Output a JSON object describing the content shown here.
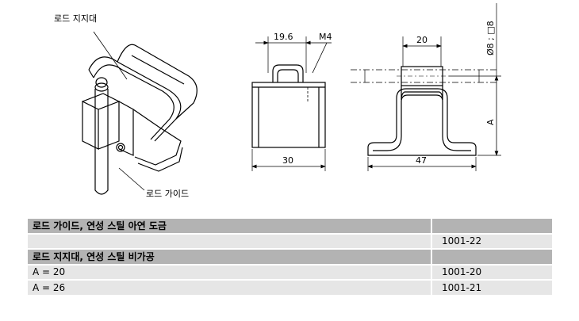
{
  "drawing": {
    "label_rod_support": "로드 지지대",
    "label_rod_guide": "로드 가이드",
    "dims": {
      "front_width_top": "19.6",
      "thread": "M4",
      "front_width_bottom": "30",
      "side_width_top": "20",
      "side_width_bottom": "47",
      "side_height": "A",
      "rod_size": "Ø8 ; □8"
    }
  },
  "table": {
    "rows": [
      {
        "type": "header",
        "label": "로드 가이드, 연성 스틸 아연 도금",
        "code": ""
      },
      {
        "type": "row",
        "label": "",
        "code": "1001-22"
      },
      {
        "type": "header",
        "label": "로드 지지대, 연성 스틸 비가공",
        "code": ""
      },
      {
        "type": "row",
        "label": "A = 20",
        "code": "1001-20"
      },
      {
        "type": "row",
        "label": "A = 26",
        "code": "1001-21"
      }
    ]
  }
}
